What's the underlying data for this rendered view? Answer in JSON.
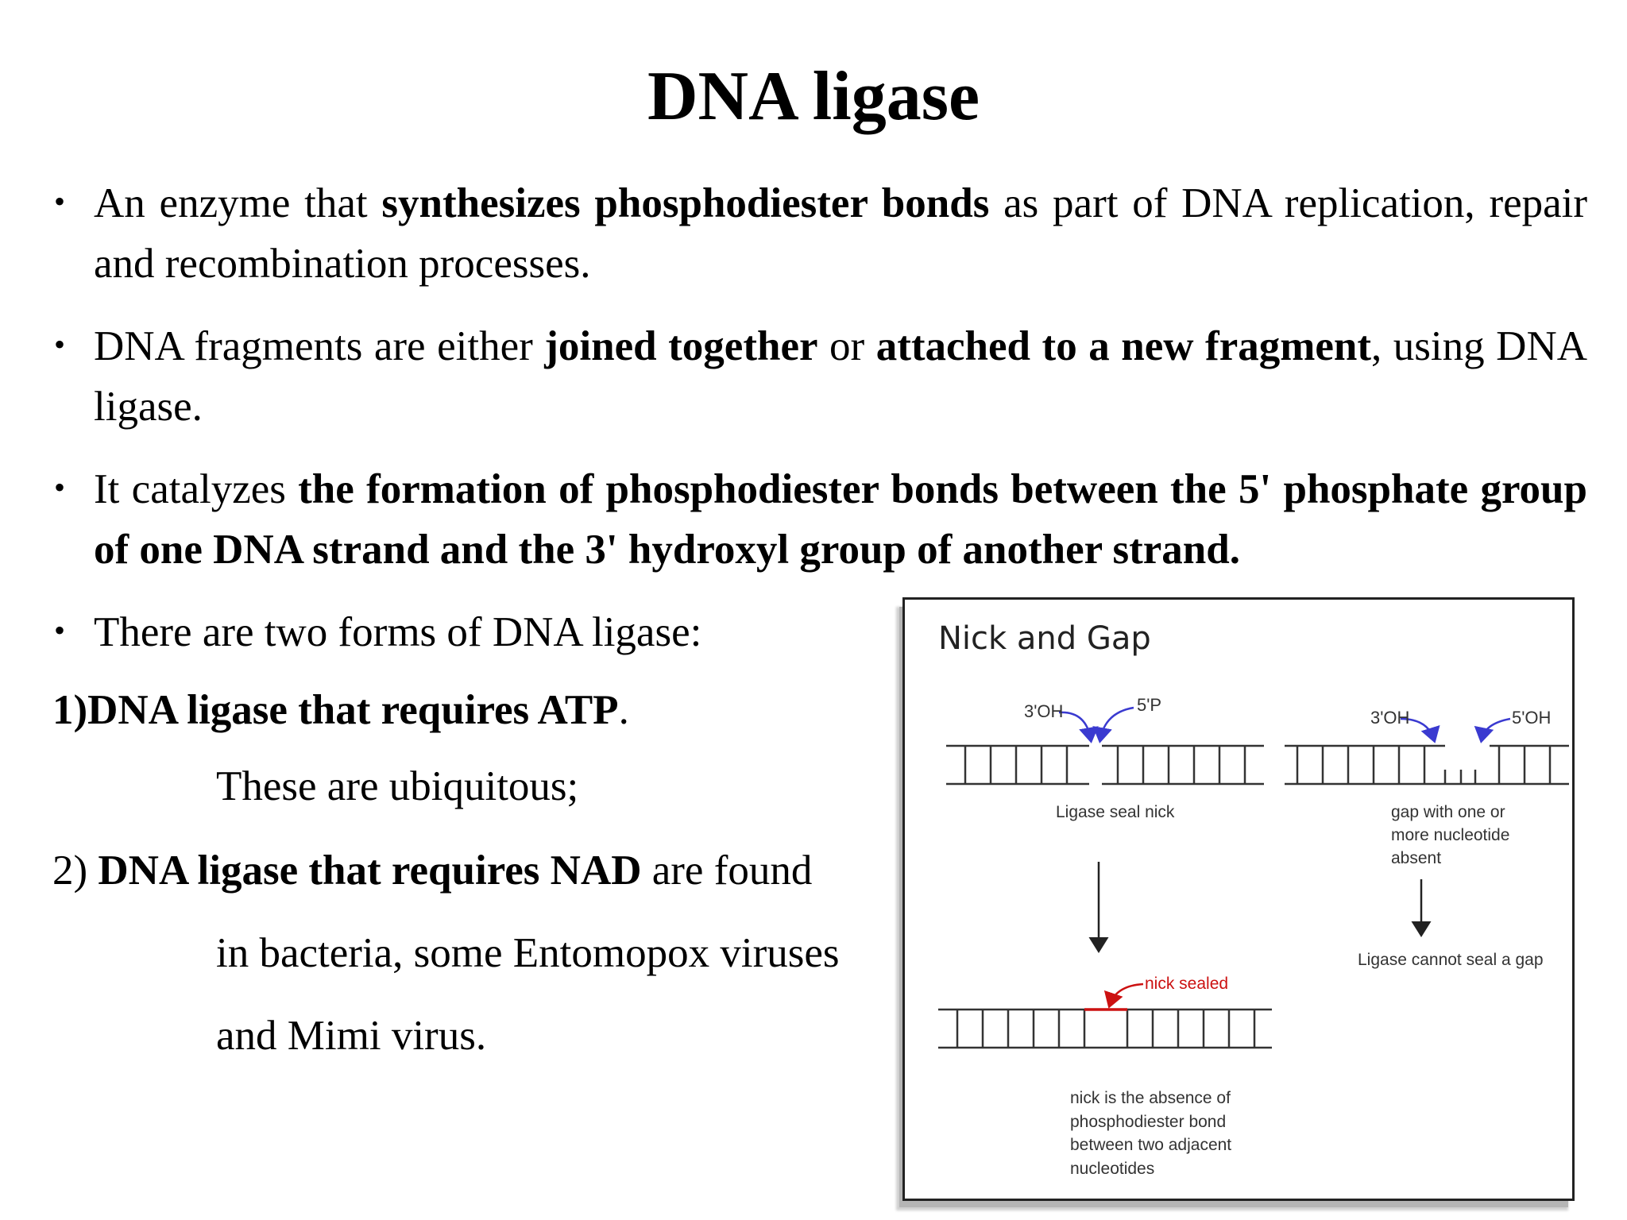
{
  "title": "DNA ligase",
  "bullets": [
    {
      "parts": [
        {
          "text": "An enzyme that ",
          "bold": false
        },
        {
          "text": "synthesizes phosphodiester bonds",
          "bold": true
        },
        {
          "text": " as part of DNA replication, repair and recombination processes.",
          "bold": false
        }
      ]
    },
    {
      "parts": [
        {
          "text": "DNA fragments are either ",
          "bold": false
        },
        {
          "text": "joined together",
          "bold": true
        },
        {
          "text": " or ",
          "bold": false
        },
        {
          "text": "attached to a new fragment",
          "bold": true
        },
        {
          "text": ", using DNA ligase.",
          "bold": false
        }
      ]
    },
    {
      "parts": [
        {
          "text": "It catalyzes ",
          "bold": false
        },
        {
          "text": "the formation of phosphodiester bonds between the 5' phosphate group of one DNA strand and the 3' hydroxyl group of another strand.",
          "bold": true
        }
      ]
    },
    {
      "parts": [
        {
          "text": "There are two forms of DNA ligase:",
          "bold": false
        }
      ]
    }
  ],
  "forms": {
    "item1_number": "1)",
    "item1_bold": "DNA ligase that requires ATP",
    "item1_end": ".",
    "item1_note": "These are ubiquitous;",
    "item2_number": "2) ",
    "item2_bold": "DNA ligase that requires NAD",
    "item2_rest": " are found",
    "item2_line2": "in bacteria, some Entomopox viruses",
    "item2_line3": "and Mimi virus."
  },
  "figure": {
    "title": "Nick and Gap",
    "nick_3oh": "3'OH",
    "nick_5p": "5'P",
    "ligase_seal_nick": "Ligase seal nick",
    "nick_sealed": "nick sealed",
    "nick_def": [
      "nick is the absence of",
      "phosphodiester bond",
      "between two adjacent",
      "nucleotides"
    ],
    "gap_3oh": "3'OH",
    "gap_5oh": "5'OH",
    "gap_def": [
      "gap with one or",
      "more nucleotide",
      "absent"
    ],
    "ligase_cannot": "Ligase cannot seal a gap",
    "colors": {
      "arrow_blue": "#3a3ad0",
      "sealed_red": "#cc1111",
      "line": "#333333"
    }
  }
}
